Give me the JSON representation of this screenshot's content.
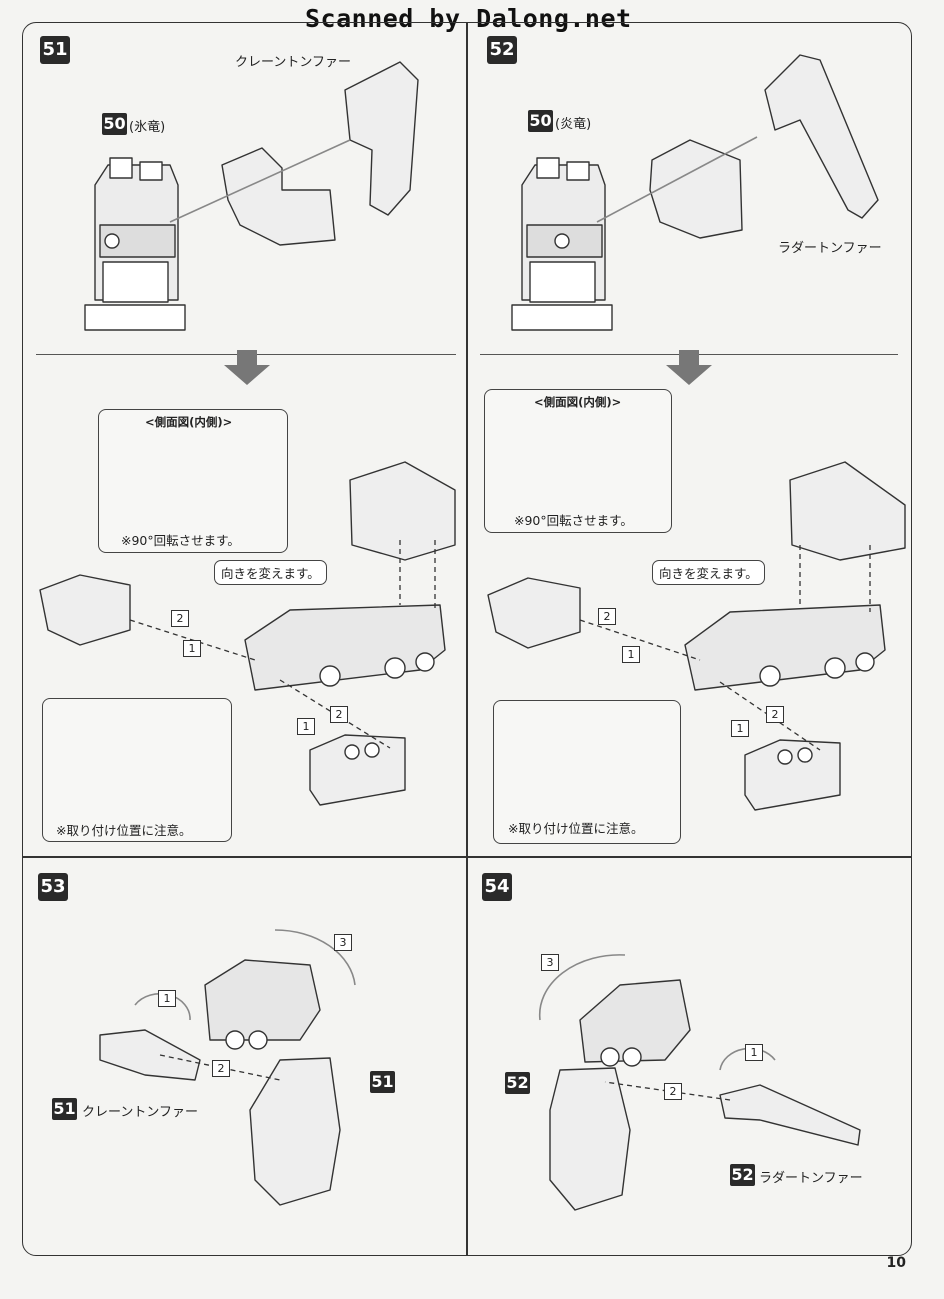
{
  "watermark": "Scanned by Dalong.net",
  "page_number": "10",
  "steps": {
    "s51": {
      "number": "51",
      "ref_badge": "50",
      "ref_text": "(氷竜)",
      "part_label": "クレーントンファー"
    },
    "s52": {
      "number": "52",
      "ref_badge": "50",
      "ref_text": "(炎竜)",
      "part_label": "ラダートンファー"
    },
    "s53": {
      "number": "53",
      "ref_a": "51",
      "ref_b": "51",
      "part_label": "クレーントンファー",
      "n1": "1",
      "n2": "2",
      "n3": "3"
    },
    "s54": {
      "number": "54",
      "ref_a": "52",
      "ref_b": "52",
      "part_label": "ラダートンファー",
      "n1": "1",
      "n2": "2",
      "n3": "3"
    }
  },
  "callouts": {
    "side_view_title": "<側面図(内側)>",
    "rotate_note": "※90°回転させます。",
    "direction_note": "向きを変えます。",
    "attach_note": "※取り付け位置に注意。",
    "n1": "1",
    "n2": "2"
  }
}
